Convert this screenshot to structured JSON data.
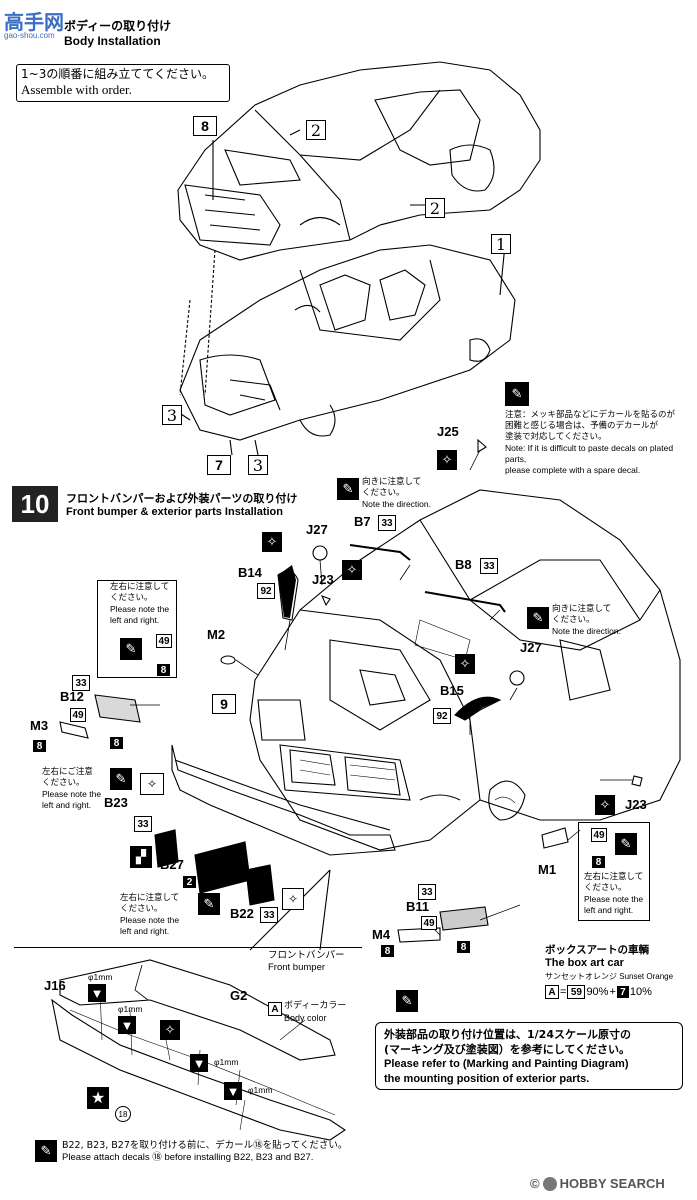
{
  "watermark": {
    "text": "高手网",
    "sub": "gao-shou.com"
  },
  "step9": {
    "title_jp": "ボディーの取り付け",
    "title_en": "Body Installation",
    "order_jp": "1~3の順番に組み立ててください。",
    "order_en": "Assemble with order.",
    "num_1": "1",
    "num_2a": "2",
    "num_2b": "2",
    "num_3a": "3",
    "num_3b": "3",
    "part_8": "8",
    "part_7": "7"
  },
  "decal_note": {
    "jp1": "注意：メッキ部品などにデカールを貼るのが",
    "jp2": "困難と感じる場合は、予備のデカールが",
    "jp3": "塗装で対応してください。",
    "en1": "Note: If it is difficult to paste decals on plated parts,",
    "en2": "please complete with a spare decal."
  },
  "step10": {
    "number": "10",
    "title_jp": "フロントバンパーおよび外装パーツの取り付け",
    "title_en": "Front bumper & exterior parts Installation"
  },
  "direction_note_1": {
    "jp1": "向きに注意して",
    "jp2": "ください。",
    "en": "Note the direction."
  },
  "direction_note_2": {
    "jp1": "向きに注意して",
    "jp2": "ください。",
    "en": "Note the direction."
  },
  "lr_note_1": {
    "jp1": "左右に注意して",
    "jp2": "ください。",
    "en1": "Please note the",
    "en2": "left and right."
  },
  "lr_note_2": {
    "jp1": "左右にご注意",
    "jp2": "ください。",
    "en1": "Please note the",
    "en2": "left and right."
  },
  "lr_note_3": {
    "jp1": "左右に注意して",
    "jp2": "ください。",
    "en1": "Please note the",
    "en2": "left and right."
  },
  "lr_note_4": {
    "jp1": "左右に注意して",
    "jp2": "ください。",
    "en1": "Please note the",
    "en2": "left and right."
  },
  "parts": {
    "J25": "J25",
    "J27a": "J27",
    "J27b": "J27",
    "B7": "B7",
    "B7_num": "33",
    "B8": "B8",
    "B8_num": "33",
    "B14": "B14",
    "B14_num": "92",
    "J23a": "J23",
    "J23b": "J23",
    "M2": "M2",
    "M2_num1": "49",
    "M2_num2": "8",
    "part_9": "9",
    "B12": "B12",
    "B12_num": "33",
    "M3": "M3",
    "M3_num1": "49",
    "M3_num2": "8",
    "M3_num3": "8",
    "B15": "B15",
    "B15_num": "92",
    "B23": "B23",
    "B23_num": "33",
    "B27": "B27",
    "B27_num": "2",
    "B22": "B22",
    "B22_num": "33",
    "M1": "M1",
    "M1_num1": "49",
    "M1_num2": "8",
    "B11": "B11",
    "B11_num1": "33",
    "B11_num2": "49",
    "B11_num3": "8",
    "M4": "M4",
    "M4_num1": "8"
  },
  "bumper_inset": {
    "title_jp": "フロントバンパー",
    "title_en": "Front bumper",
    "J16": "J16",
    "G2": "G2",
    "color_letter": "A",
    "color_jp": "ボディーカラー",
    "color_en": "Body color",
    "drill1": "φ1mm",
    "drill2": "φ1mm",
    "drill3": "φ1mm",
    "drill4": "φ1mm",
    "decal_num": "18"
  },
  "bottom_note": {
    "jp": "B22, B23, B27を取り付ける前に、デカール⑱を貼ってください。",
    "en": "Please attach decals ⑱ before installing B22, B23 and B27."
  },
  "box_art": {
    "title_jp": "ボックスアートの車輌",
    "title_en": "The box art car",
    "color_jp": "サンセットオレンジ",
    "color_en": "Sunset Orange",
    "formula_a": "A",
    "formula_a_num": "59",
    "formula_a_pct": "90%",
    "formula_plus": "+",
    "formula_b": "7",
    "formula_b_pct": "10%"
  },
  "exterior_note": {
    "jp1": "外装部品の取り付け位置は、1/24スケール原寸の",
    "jp2": "(マーキング及び塗装図）を参考にしてください。",
    "en1": "Please refer to (Marking and Painting Diagram)",
    "en2": "the mounting position of exterior parts."
  },
  "footer": {
    "copyright": "©",
    "brand": "HOBBY SEARCH"
  }
}
